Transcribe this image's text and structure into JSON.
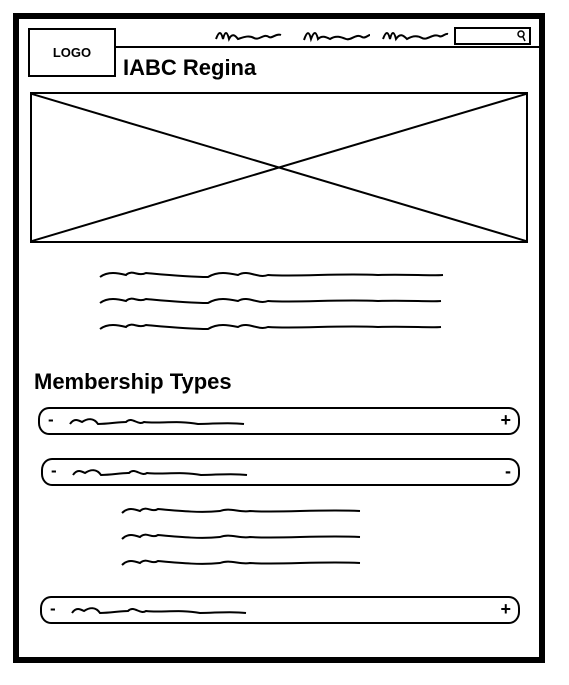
{
  "header": {
    "logo_label": "LOGO",
    "site_title": "IABC Regina",
    "nav_items": [
      {
        "label": "nav link (scribble)"
      },
      {
        "label": "nav link (scribble)"
      },
      {
        "label": "nav link (scribble)"
      }
    ],
    "search": {
      "icon": "search-icon"
    }
  },
  "hero": {
    "image": "image-placeholder"
  },
  "intro": {
    "line_count": 3
  },
  "membership": {
    "heading": "Membership Types",
    "accordions": [
      {
        "state": "collapsed",
        "left_symbol": "-",
        "right_symbol": "+"
      },
      {
        "state": "expanded",
        "left_symbol": "-",
        "right_symbol": "-",
        "body_line_count": 3
      },
      {
        "state": "collapsed",
        "left_symbol": "-",
        "right_symbol": "+"
      }
    ]
  },
  "colors": {
    "stroke": "#000000",
    "background": "#ffffff"
  }
}
